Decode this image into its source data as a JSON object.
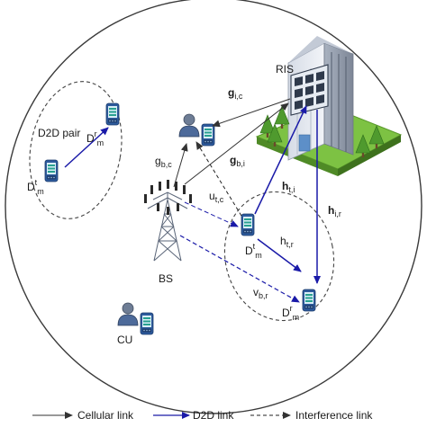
{
  "labels": {
    "ris": "RIS",
    "bs": "BS",
    "cu": "CU",
    "d2d_pair": "D2D pair",
    "g_ic": {
      "main": "g",
      "sub": "i,c"
    },
    "g_bc": {
      "main": "g",
      "sub": "b,c"
    },
    "g_bi": {
      "main": "g",
      "sub": "b,i"
    },
    "u_tc": {
      "main": "u",
      "sub": "t,c"
    },
    "h_ti": {
      "main": "h",
      "sub": "t,i"
    },
    "h_ir": {
      "main": "h",
      "sub": "i,r"
    },
    "h_tr": {
      "main": "h",
      "sub": "t,r"
    },
    "v_br": {
      "main": "v",
      "sub": "b,r"
    },
    "dtx_left": {
      "main": "D",
      "sup": "t",
      "sub": "m"
    },
    "drx_left": {
      "main": "D",
      "sup": "r",
      "sub": "m"
    },
    "dtx_right": {
      "main": "D",
      "sup": "t",
      "sub": "m"
    },
    "drx_right": {
      "main": "D",
      "sup": "r",
      "sub": "m"
    }
  },
  "legend": {
    "cellular": "Cellular link",
    "d2d": "D2D link",
    "interference": "Interference link"
  },
  "colors": {
    "cellular_link": "#333333",
    "d2d_link": "#1a1aa8",
    "interference_link": "#222222",
    "building_light": "#e3e8f0",
    "building_dark": "#8f98a8",
    "tree": "#4f9a2e",
    "device": "#2d5a9c",
    "device_screen": "#28a090"
  },
  "icons": [
    "ris-panel-icon",
    "building-icon",
    "tree-icon",
    "tower-icon",
    "phone-icon",
    "user-icon"
  ]
}
